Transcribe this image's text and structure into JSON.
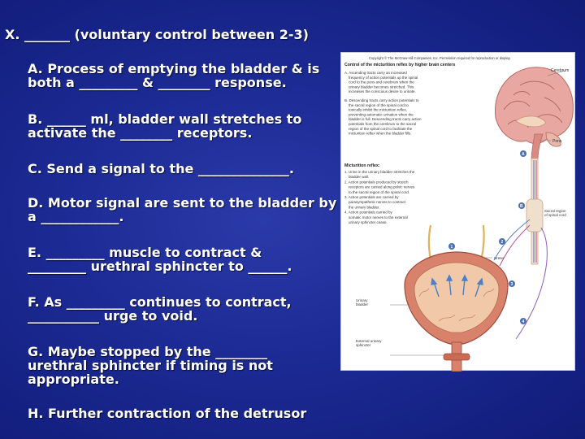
{
  "slide": {
    "title": "X. _______ (voluntary control between 2-3)",
    "items": [
      {
        "line1": "A. Process of emptying the bladder & is",
        "line2": "both a _________ & ________ response."
      },
      {
        "line1": "B. ______ ml, bladder wall stretches to",
        "line2": "activate the ________ receptors."
      },
      {
        "line1": "C. Send a signal to the ______________.",
        "line2": ""
      },
      {
        "line1": "D. Motor signal are sent to the bladder by",
        "line2": "a ____________."
      },
      {
        "line1": "E. _________ muscle to contract &",
        "line2": "_________ urethral sphincter to ______."
      },
      {
        "line1": "F. As _________ continues to contract,",
        "line2": "___________ urge to void."
      },
      {
        "line1": "G. Maybe stopped by the ________",
        "line2": "urethral sphincter if timing is not",
        "line3": "appropriate."
      },
      {
        "line1": "H. Further contraction of the detrusor",
        "line2": ""
      }
    ]
  },
  "figure": {
    "copyright": "Copyright © The McGraw-Hill Companies, Inc. Permission required for reproduction or display.",
    "heading": "Control of the micturition reflex by higher brain centers",
    "para_a": [
      "A. Ascending tracts carry an increased",
      "frequency of action potentials up the spinal",
      "cord to the pons and cerebrum when the",
      "urinary bladder becomes stretched. This",
      "increases the conscious desire to urinate."
    ],
    "para_b": [
      "B. Descending tracts carry action potentials to",
      "the sacral region of the spinal cord to",
      "tonically inhibit the micturition reflex,",
      "preventing automatic urination when the",
      "bladder is full. Descending tracts carry action",
      "potentials from the cerebrum to the sacral",
      "region of the spinal cord to facilitate the",
      "micturition reflex when the bladder fills."
    ],
    "reflex_heading": "Micturition reflex:",
    "reflex_steps": [
      "1. Urine in the urinary bladder stretches the",
      "bladder wall.",
      "2. Action potentials produced by stretch",
      "receptors are carried along pelvic nerves",
      "to the sacral region of the spinal cord.",
      "3. Action potentials are carried by",
      "parasympathetic nerves to contract",
      "the urinary bladder.",
      "4. Action potentials carried by",
      "somatic motor nerves to the external",
      "urinary sphincter cease."
    ],
    "labels": {
      "cerebrum": "Cerebrum",
      "pons": "Pons",
      "sacral": "Sacral region",
      "sacral2": "of spinal cord",
      "ureter": "Ureter",
      "bladder1": "Urinary",
      "bladder2": "bladder",
      "sphincter1": "External urinary",
      "sphincter2": "sphincter"
    },
    "markers": [
      "A",
      "B",
      "1",
      "2",
      "3",
      "4"
    ]
  }
}
